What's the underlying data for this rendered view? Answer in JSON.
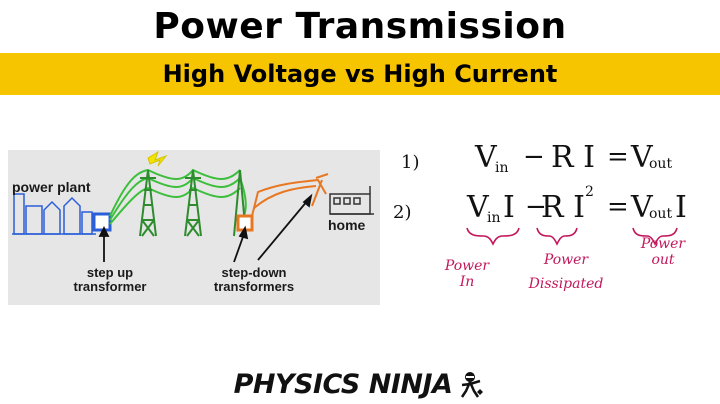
{
  "header": {
    "title": "Power Transmission",
    "subtitle": "High Voltage vs High Current"
  },
  "diagram": {
    "labels": {
      "power_plant": "power plant",
      "home": "home",
      "step_up": "step up",
      "step_up_2": "transformer",
      "step_down": "step-down",
      "step_down_2": "transformers"
    }
  },
  "equations": {
    "eq1": {
      "num": "1)",
      "V": "V",
      "in": "in",
      "minus": "−",
      "RI": "R I",
      "equals": "=",
      "Vout": "V",
      "out": "out"
    },
    "eq2": {
      "num": "2)",
      "V": "V",
      "in": "in",
      "I": "I",
      "minus": "−",
      "RI": "R I",
      "sq": "2",
      "equals": "=",
      "Vout": "V",
      "out": "out",
      "I2": "I"
    },
    "annotations": {
      "power_in_1": "Power",
      "power_in_2": "In",
      "power_dissipated_1": "Power",
      "power_dissipated_2": "Dissipated",
      "power_out_1": "Power",
      "power_out_2": "out"
    }
  },
  "brand": {
    "text": "PHYSICS NINJA"
  },
  "colors": {
    "accent": "#f7c400",
    "annotation": "#c2185b",
    "line_green": "#3dbf3d",
    "line_orange": "#e87722",
    "transformer_blue": "#2b5fd9"
  }
}
